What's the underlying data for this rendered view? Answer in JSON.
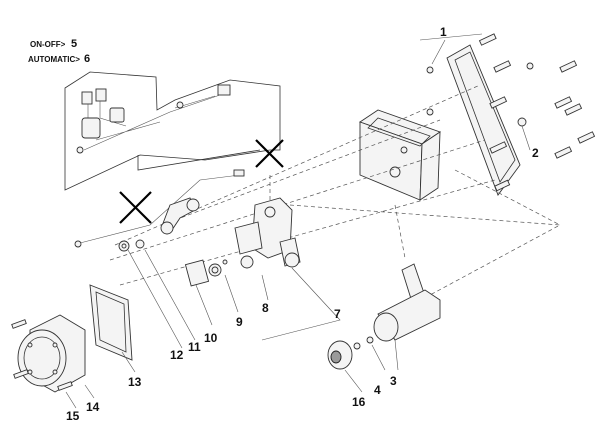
{
  "modes": {
    "on_off": {
      "label": "ON-OFF>",
      "number": "5"
    },
    "automatic": {
      "label": "AUTOMATIC>",
      "number": "6"
    }
  },
  "callouts": {
    "c1": "1",
    "c2": "2",
    "c3": "3",
    "c4": "4",
    "c7": "7",
    "c8": "8",
    "c9": "9",
    "c10": "10",
    "c11": "11",
    "c12": "12",
    "c13": "13",
    "c14": "14",
    "c15": "15",
    "c16": "16"
  }
}
